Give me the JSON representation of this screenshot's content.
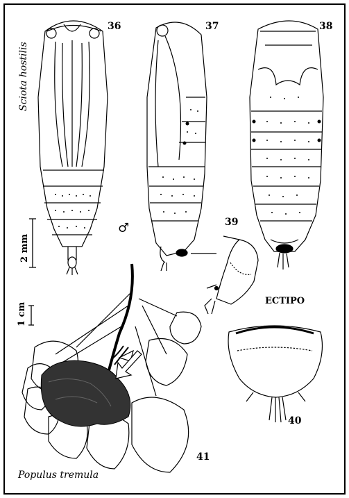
{
  "labels": {
    "species": "Sciota hostilis",
    "fig36": "36",
    "fig37": "37",
    "fig38": "38",
    "fig39": "39",
    "fig40": "40",
    "fig41": "41",
    "male": "♂",
    "scale_mm": "2 mm",
    "scale_cm": "1 cm",
    "ectipo": "ECTIPO",
    "host": "Populus tremula"
  }
}
